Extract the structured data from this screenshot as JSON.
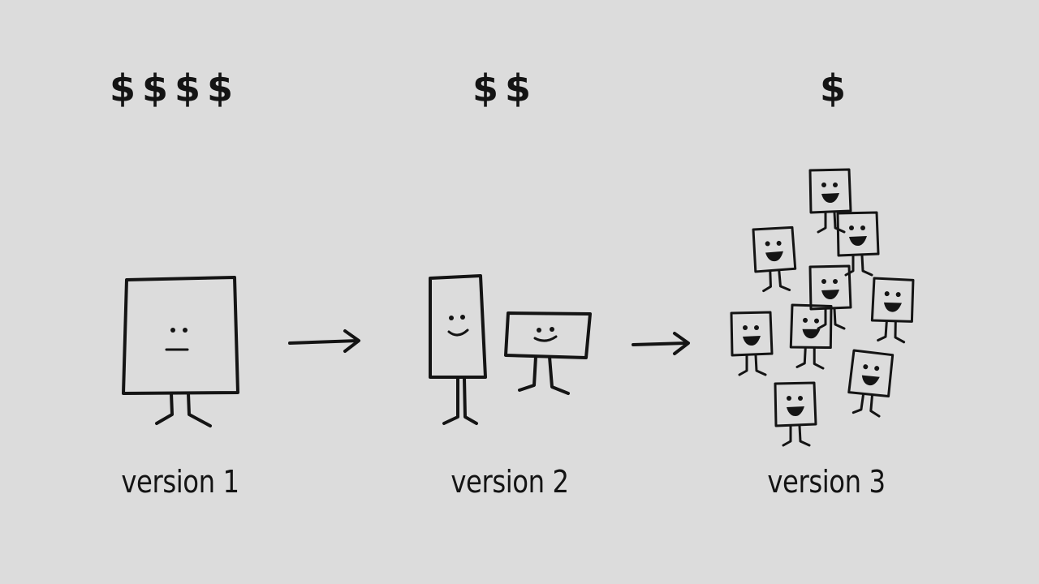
{
  "stages": [
    {
      "label": "version 1",
      "cost": "$$$$"
    },
    {
      "label": "version 2",
      "cost": "$$"
    },
    {
      "label": "version 3",
      "cost": "$"
    }
  ]
}
